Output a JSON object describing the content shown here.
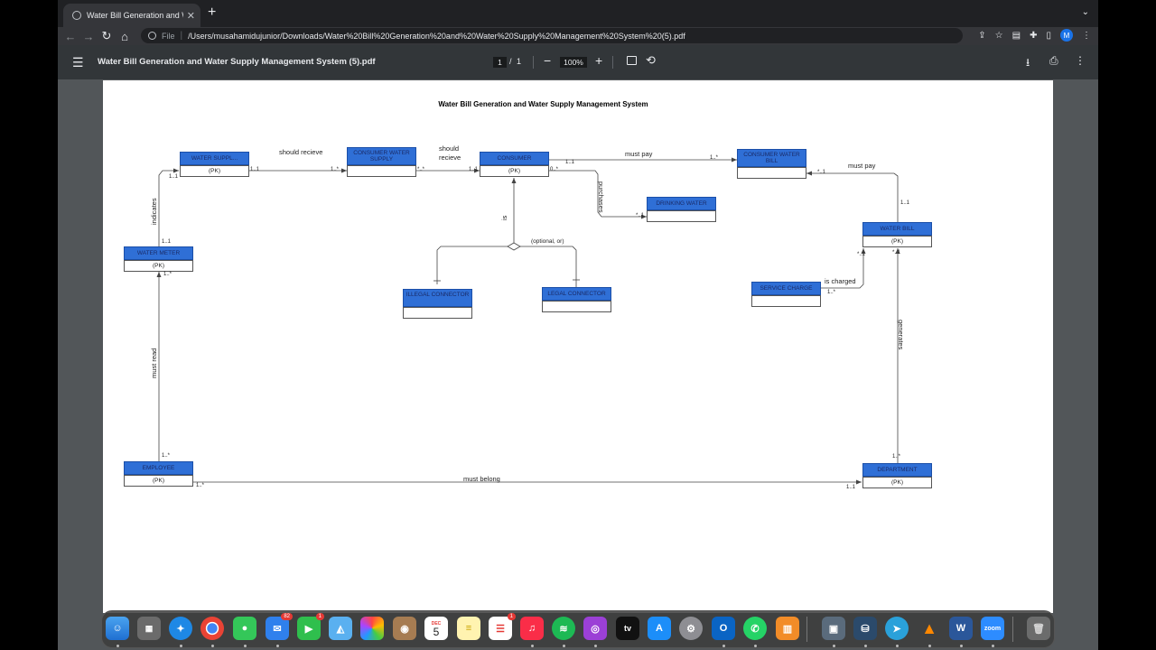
{
  "browser": {
    "tab_title": "Water Bill Generation and Water Supply Management System (5).pdf",
    "scheme": "File",
    "url": "/Users/musahamidujunior/Downloads/Water%20Bill%20Generation%20and%20Water%20Supply%20Management%20System%20(5).pdf",
    "avatar_letter": "M"
  },
  "pdf_viewer": {
    "file_name": "Water Bill Generation and Water Supply Management System (5).pdf",
    "page_current": "1",
    "page_sep": "/",
    "page_total": "1",
    "zoom": "100%"
  },
  "diagram": {
    "title": "Water Bill Generation and Water Supply Management System",
    "entities": {
      "water_supply": {
        "title": "WATER SUPPL...",
        "attr": "(PK)"
      },
      "consumer_water_supply": {
        "title": "CONSUMER  WATER SUPPLY",
        "attr": ""
      },
      "consumer": {
        "title": "CONSUMER",
        "attr": "(PK)"
      },
      "consumer_water_bill": {
        "title": "CONSUMER WATER BILL",
        "attr": ""
      },
      "drinking_water": {
        "title": "DRINKING WATER",
        "attr": ""
      },
      "water_bill": {
        "title": "WATER BILL",
        "attr": "(PK)"
      },
      "water_meter": {
        "title": "WATER METER",
        "attr": "(PK)"
      },
      "illegal_connector": {
        "title": "ILLEGAL CONNECTOR",
        "attr": ""
      },
      "legal_connector": {
        "title": "LEGAL CONNECTOR",
        "attr": ""
      },
      "service_charge": {
        "title": "SERVICE CHARGE",
        "attr": ""
      },
      "employee": {
        "title": "EMPLOYEE",
        "attr": "(PK)"
      },
      "department": {
        "title": "DEPARTMENT",
        "attr": "(PK)"
      }
    },
    "relationships": {
      "should_recieve_1": "should recieve",
      "should_recieve_2a": "should",
      "should_recieve_2b": "recieve",
      "must_pay_1": "must pay",
      "must_pay_2": "must pay",
      "purchases": "purchases",
      "indicates": "indicates",
      "is": "is",
      "optional_or": "(optional, or)",
      "is_charged": "is charged",
      "generates": "generates",
      "must_read": "must read",
      "must_belong": "must belong"
    },
    "cardinalities": {
      "ws_right": "1..1",
      "cws_left": "1..*",
      "cws_right": "*..*",
      "con_left": "1..1",
      "con_right": "0..*",
      "con_below": "1..1",
      "cwb_left": "1..*",
      "cwb_right": "*..1",
      "dw_left": "*..1",
      "wb_top": "1..1",
      "wb_bottom_left": "*..1",
      "wb_bottom_right": "*..1",
      "ws_bottom": "1..1",
      "wm_top": "1..1",
      "wm_bottom": "1..*",
      "sc_right": "1..*",
      "emp_top": "1..*",
      "emp_right": "1..*",
      "dept_top": "1..*",
      "dept_left": "1..1"
    }
  },
  "dock": {
    "mail_badge": "82",
    "facetime_badge": "1",
    "reminders_badge": "1",
    "calendar_month": "DEC",
    "calendar_day": "5",
    "appletv": "tv",
    "zoom": "zoom",
    "word": "W"
  },
  "colors": {
    "entity_header": "#2f6fd6",
    "page_bg": "#ffffff",
    "viewer_bg": "#525659"
  }
}
